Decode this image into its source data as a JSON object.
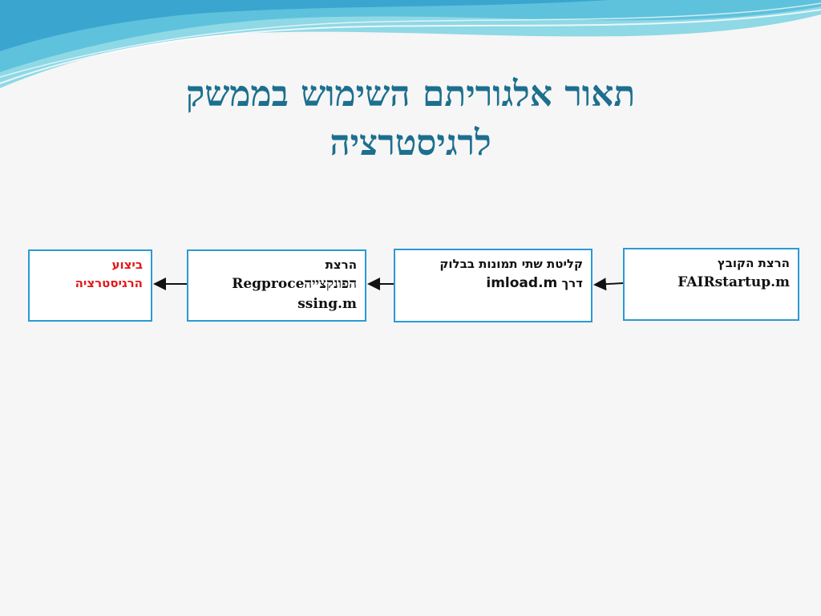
{
  "title": {
    "line1": "תאור אלגוריתם השימוש בממשק",
    "line2": "לרגיסטרציה"
  },
  "boxes": [
    {
      "line1": "הרצת הקובץ",
      "line2": "FAIRstartup.m"
    },
    {
      "line1": "קליטת שתי תמונות בבלוק",
      "line2_he": "דרך",
      "line2_code": "imload.m"
    },
    {
      "line1": "הרצת",
      "line2": "הפונקצייהRegproce",
      "line3": "ssing.m"
    },
    {
      "line1": "ביצוע",
      "line2": "הרגיסטרציה"
    }
  ],
  "colors": {
    "title": "#1c6f8e",
    "box_border": "#2a9ad4",
    "highlight": "#e01818",
    "arrow": "#111111"
  }
}
